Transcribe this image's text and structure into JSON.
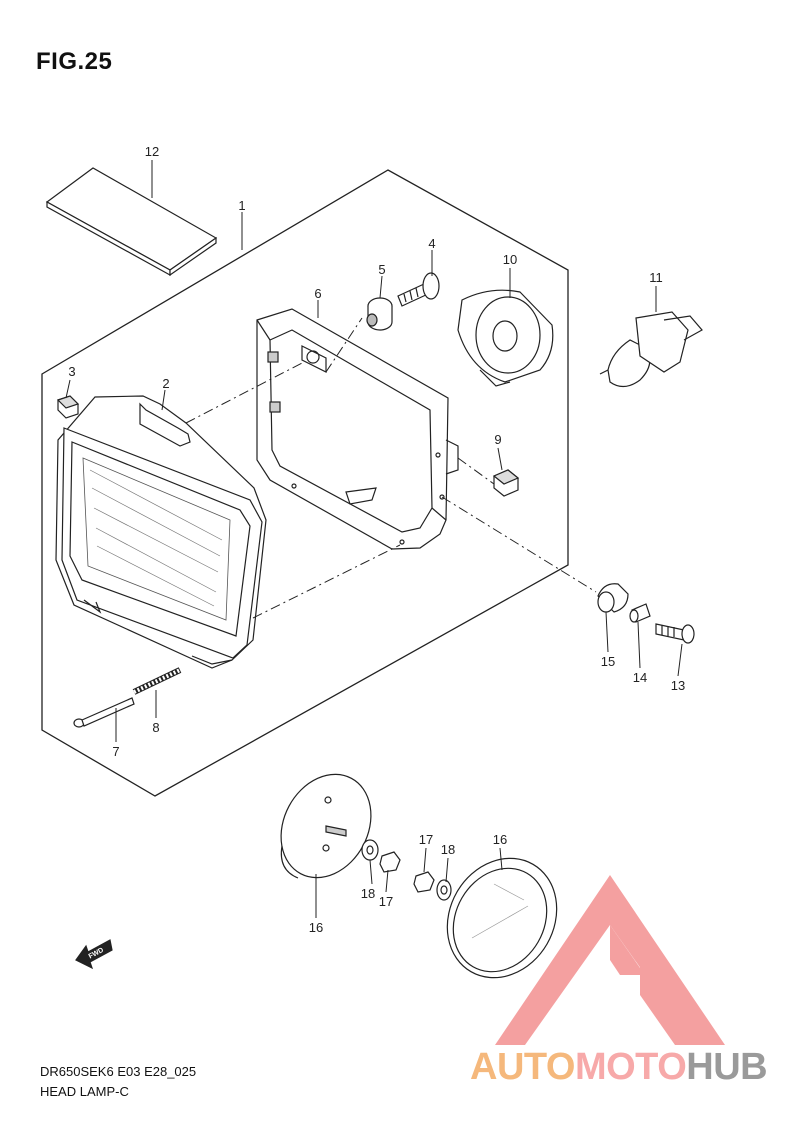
{
  "figure": {
    "title": "FIG.25"
  },
  "callouts": [
    {
      "id": "callout-1",
      "label": "1"
    },
    {
      "id": "callout-2",
      "label": "2"
    },
    {
      "id": "callout-3",
      "label": "3"
    },
    {
      "id": "callout-4",
      "label": "4"
    },
    {
      "id": "callout-5",
      "label": "5"
    },
    {
      "id": "callout-6",
      "label": "6"
    },
    {
      "id": "callout-7",
      "label": "7"
    },
    {
      "id": "callout-8",
      "label": "8"
    },
    {
      "id": "callout-9",
      "label": "9"
    },
    {
      "id": "callout-10",
      "label": "10"
    },
    {
      "id": "callout-11",
      "label": "11"
    },
    {
      "id": "callout-12",
      "label": "12"
    },
    {
      "id": "callout-13",
      "label": "13"
    },
    {
      "id": "callout-14",
      "label": "14"
    },
    {
      "id": "callout-15",
      "label": "15"
    },
    {
      "id": "callout-16a",
      "label": "16"
    },
    {
      "id": "callout-16b",
      "label": "16"
    },
    {
      "id": "callout-17a",
      "label": "17"
    },
    {
      "id": "callout-17b",
      "label": "17"
    },
    {
      "id": "callout-18a",
      "label": "18"
    },
    {
      "id": "callout-18b",
      "label": "18"
    }
  ],
  "fwd_arrow": {
    "label": "FWD"
  },
  "footer": {
    "code": "DR650SEK6 E03 E28_025",
    "name": "HEAD LAMP-C"
  },
  "watermark": {
    "brand_part1": "AUTO",
    "brand_part2": "MOTO",
    "brand_part3": "HUB",
    "colors": {
      "auto": "#f5b87c",
      "moto": "#f7a9a9",
      "hub": "#9a9a9a",
      "logo": "#f4a0a0"
    }
  }
}
